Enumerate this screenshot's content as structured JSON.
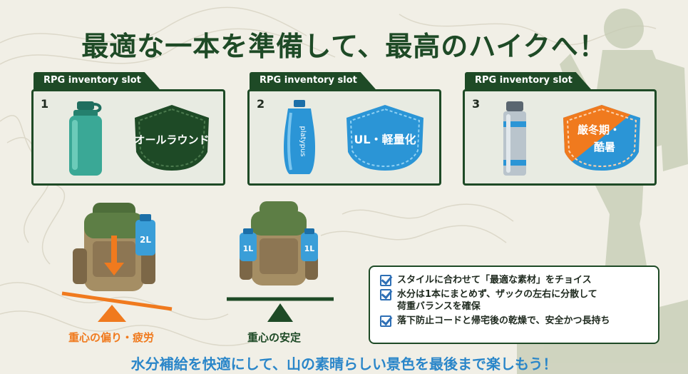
{
  "title": "最適な一本を準備して、最高のハイクへ！",
  "slots": [
    {
      "tab": "RPG inventory slot",
      "number": "1",
      "badge": "オールラウンド",
      "bottle_brand": ""
    },
    {
      "tab": "RPG inventory slot",
      "number": "2",
      "badge": "UL・軽量化",
      "bottle_brand": "platypus"
    },
    {
      "tab": "RPG inventory slot",
      "number": "3",
      "badge_line1": "厳冬期・",
      "badge_line2": "酷暑"
    }
  ],
  "packs": {
    "unbalanced_bottle": "2L",
    "unbalanced_caption": "重心の偏り・疲労",
    "balanced_bottle_left": "1L",
    "balanced_bottle_right": "1L",
    "balanced_caption": "重心の安定"
  },
  "checklist": [
    {
      "line1": "スタイルに合わせて「最適な素材」をチョイス"
    },
    {
      "line1": "水分は1本にまとめず、ザックの左右に分散して",
      "line2": "荷重バランスを確保"
    },
    {
      "line1": "落下防止コードと帰宅後の乾燥で、安全かつ長持ち"
    }
  ],
  "footer": "水分補給を快適にして、山の素晴らしい景色を最後まで楽しもう！",
  "colors": {
    "dark_green": "#1e4a26",
    "orange": "#f07a1e",
    "blue": "#2a86c9",
    "background": "#f1efe6"
  }
}
